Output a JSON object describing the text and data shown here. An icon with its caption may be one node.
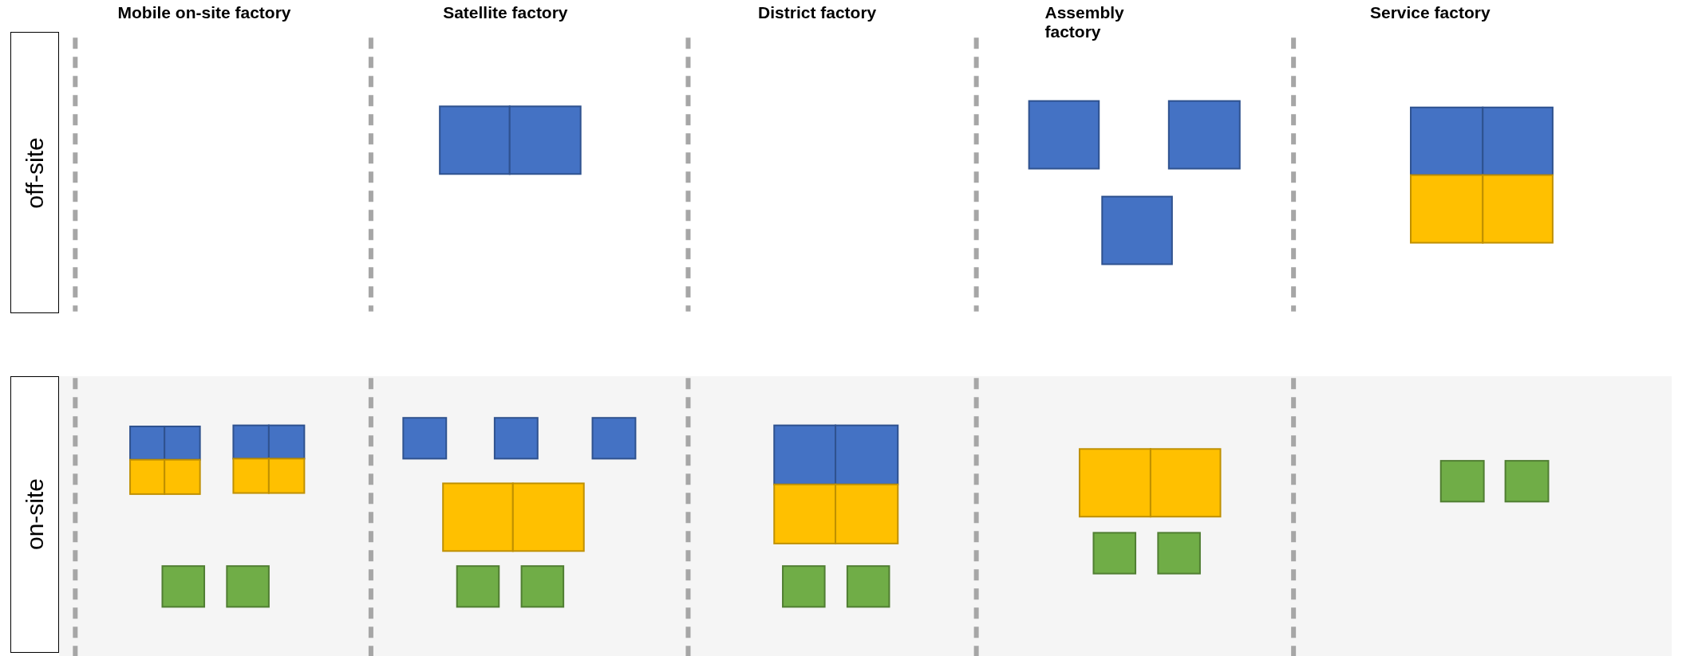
{
  "diagram": {
    "nodes": [
      {
        "text": [
          "off-site"
        ]
      },
      {
        "text": [
          "on-site"
        ]
      }
    ],
    "labels": [
      "Mobile on-site factory",
      "Satellite factory",
      "District factory",
      "Assembly factory",
      "Service factory"
    ]
  }
}
